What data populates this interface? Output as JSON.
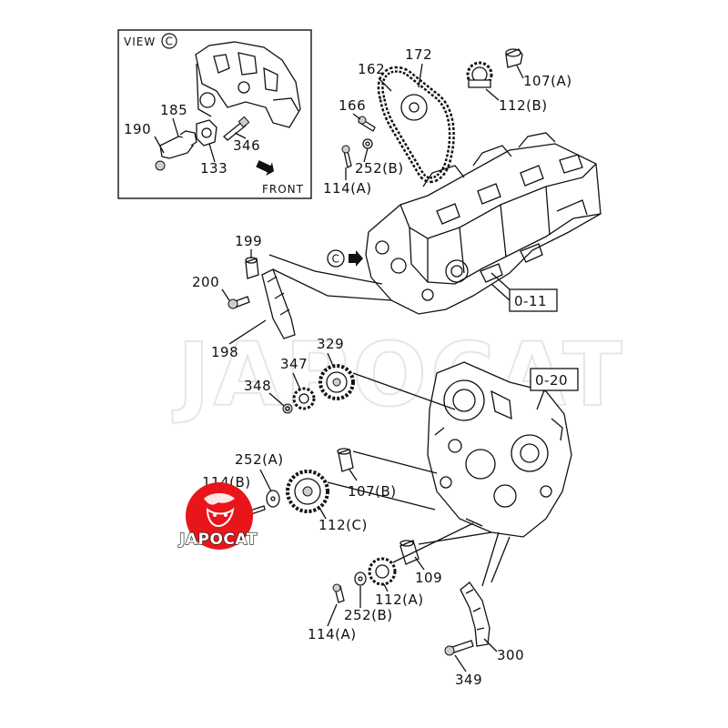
{
  "labels": {
    "view": "VIEW",
    "view_circle": "C",
    "front": "FRONT",
    "p190": "190",
    "p185": "185",
    "p133": "133",
    "p346": "346",
    "p162": "162",
    "p172": "172",
    "p107a": "107(A)",
    "p112b": "112(B)",
    "p166": "166",
    "p252b_top": "252(B)",
    "p114a_top": "114(A)",
    "p199": "199",
    "p200": "200",
    "p198": "198",
    "c_marker": "C",
    "ref011": "0-11",
    "ref020": "0-20",
    "p329": "329",
    "p347": "347",
    "p348": "348",
    "p252a": "252(A)",
    "p114b": "114(B)",
    "p107b": "107(B)",
    "p112c": "112(C)",
    "p109": "109",
    "p112a": "112(A)",
    "p252b_bot": "252(B)",
    "p114a_bot": "114(A)",
    "p300": "300",
    "p349": "349"
  },
  "watermark": "JAPOCAT",
  "logo": {
    "text": "JAPOCAT",
    "color": "#e8151b"
  }
}
